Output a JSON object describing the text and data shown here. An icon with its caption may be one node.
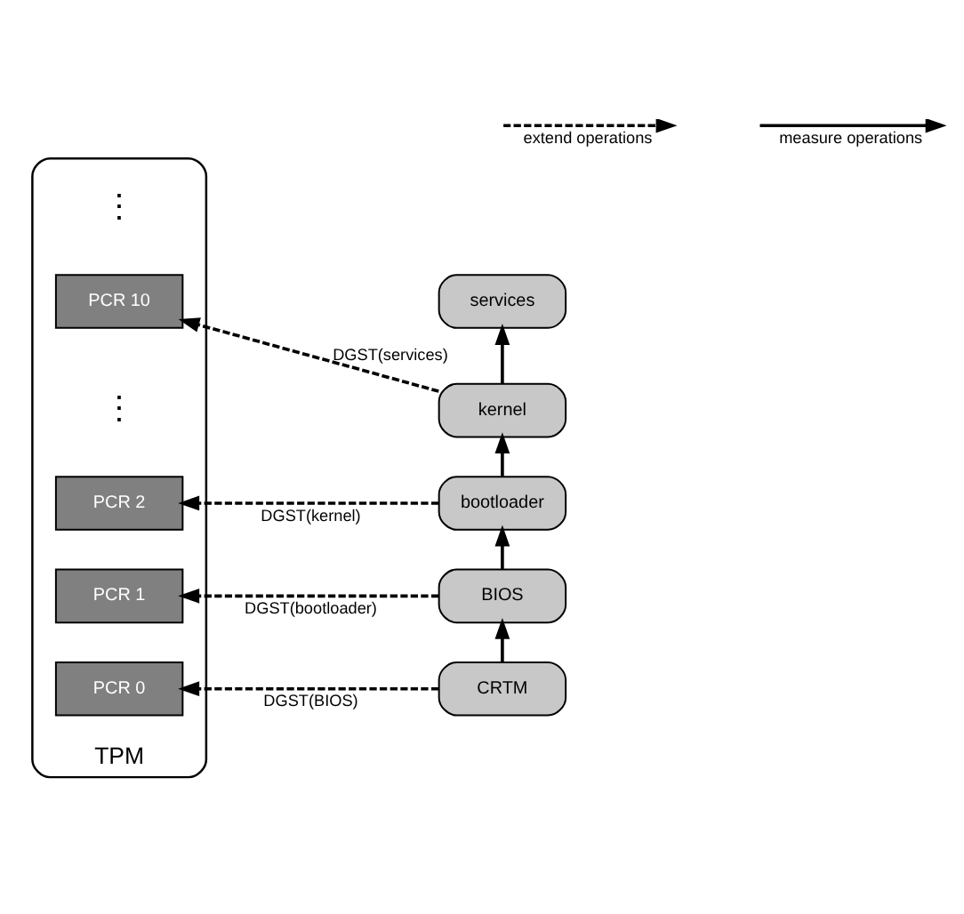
{
  "diagram": {
    "nodes": [
      {
        "text": [
          "services"
        ]
      },
      {
        "text": [
          "kernel"
        ]
      },
      {
        "text": [
          "bootloader"
        ]
      },
      {
        "text": [
          "BIOS"
        ]
      },
      {
        "text": [
          "CRTM"
        ]
      },
      {
        "text": [
          "TPM"
        ]
      },
      {
        "text": [
          "PCR 10"
        ],
        "in": 5
      },
      {
        "text": [
          "PCR 2"
        ],
        "in": 5
      },
      {
        "text": [
          "PCR 1"
        ],
        "in": 5
      },
      {
        "text": [
          "PCR 0"
        ],
        "in": 5
      }
    ],
    "edges": [
      {
        "from": 4,
        "to": 3,
        "arrow": "to"
      },
      {
        "from": 3,
        "to": 2,
        "arrow": "to"
      },
      {
        "from": 2,
        "to": 1,
        "arrow": "to"
      },
      {
        "from": 1,
        "to": 0,
        "arrow": "to"
      },
      {
        "from": 1,
        "to": 6,
        "arrow": "to",
        "style": "dashed",
        "label": "DGST(services)"
      },
      {
        "from": 2,
        "to": 7,
        "arrow": "to",
        "style": "dashed",
        "label": "DGST(kernel)"
      },
      {
        "from": 3,
        "to": 8,
        "arrow": "to",
        "style": "dashed",
        "label": "DGST(bootloader)"
      },
      {
        "from": 4,
        "to": 9,
        "arrow": "to",
        "style": "dashed",
        "label": "DGST(BIOS)"
      }
    ],
    "labels": [
      "⋮",
      "⋮"
    ],
    "legend": [
      {
        "text": "extend operations"
      },
      {
        "text": "measure operations"
      }
    ]
  }
}
